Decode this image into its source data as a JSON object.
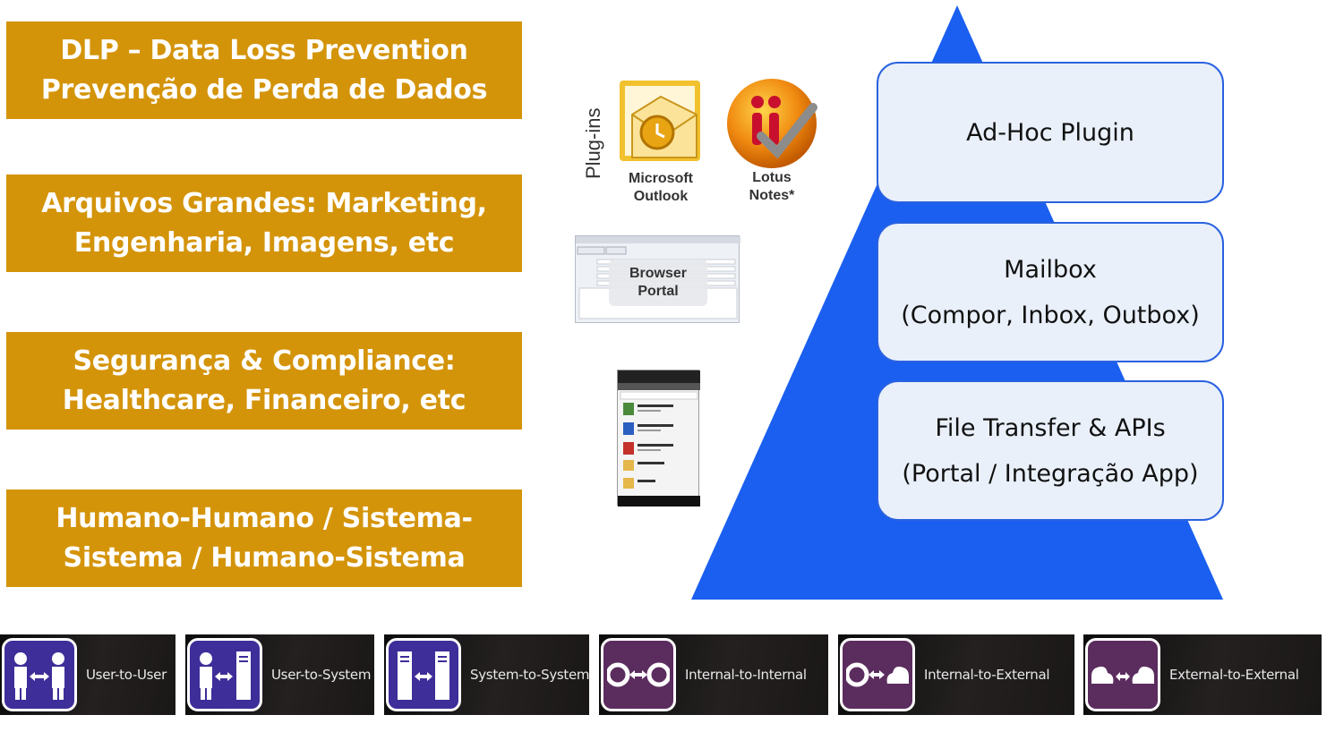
{
  "left_boxes": [
    {
      "line1": "DLP – Data Loss Prevention",
      "line2": "Prevenção de Perda de Dados"
    },
    {
      "line1": "Arquivos Grandes: Marketing,",
      "line2": "Engenharia, Imagens, etc"
    },
    {
      "line1": "Segurança & Compliance:",
      "line2": "Healthcare, Financeiro, etc"
    },
    {
      "line1": "Humano-Humano / Sistema-",
      "line2": "Sistema / Humano-Sistema"
    }
  ],
  "box_color": "#D4940A",
  "pyramid_color": "#1a5ff0",
  "pyramid_tiers": [
    {
      "line1": "Ad-Hoc Plugin",
      "line2": ""
    },
    {
      "line1": "Mailbox",
      "line2": "(Compor, Inbox, Outbox)"
    },
    {
      "line1": "File Transfer & APIs",
      "line2": "(Portal / Integração App)"
    }
  ],
  "clients": {
    "plugins_label": "Plug-ins",
    "outlook": {
      "line1": "Microsoft",
      "line2": "Outlook"
    },
    "lotus": {
      "line1": "Lotus",
      "line2": "Notes*"
    },
    "browser": {
      "line1": "Browser",
      "line2": "Portal"
    }
  },
  "transfer_modes": [
    {
      "label": "User-to-User",
      "icon": "user-to-user-icon",
      "color": "blue"
    },
    {
      "label": "User-to-System",
      "icon": "user-to-system-icon",
      "color": "blue"
    },
    {
      "label": "System-to-System",
      "icon": "system-to-system-icon",
      "color": "blue"
    },
    {
      "label": "Internal-to-Internal",
      "icon": "internal-to-internal-icon",
      "color": "purple"
    },
    {
      "label": "Internal-to-External",
      "icon": "internal-to-external-icon",
      "color": "purple"
    },
    {
      "label": "External-to-External",
      "icon": "external-to-external-icon",
      "color": "purple"
    }
  ]
}
